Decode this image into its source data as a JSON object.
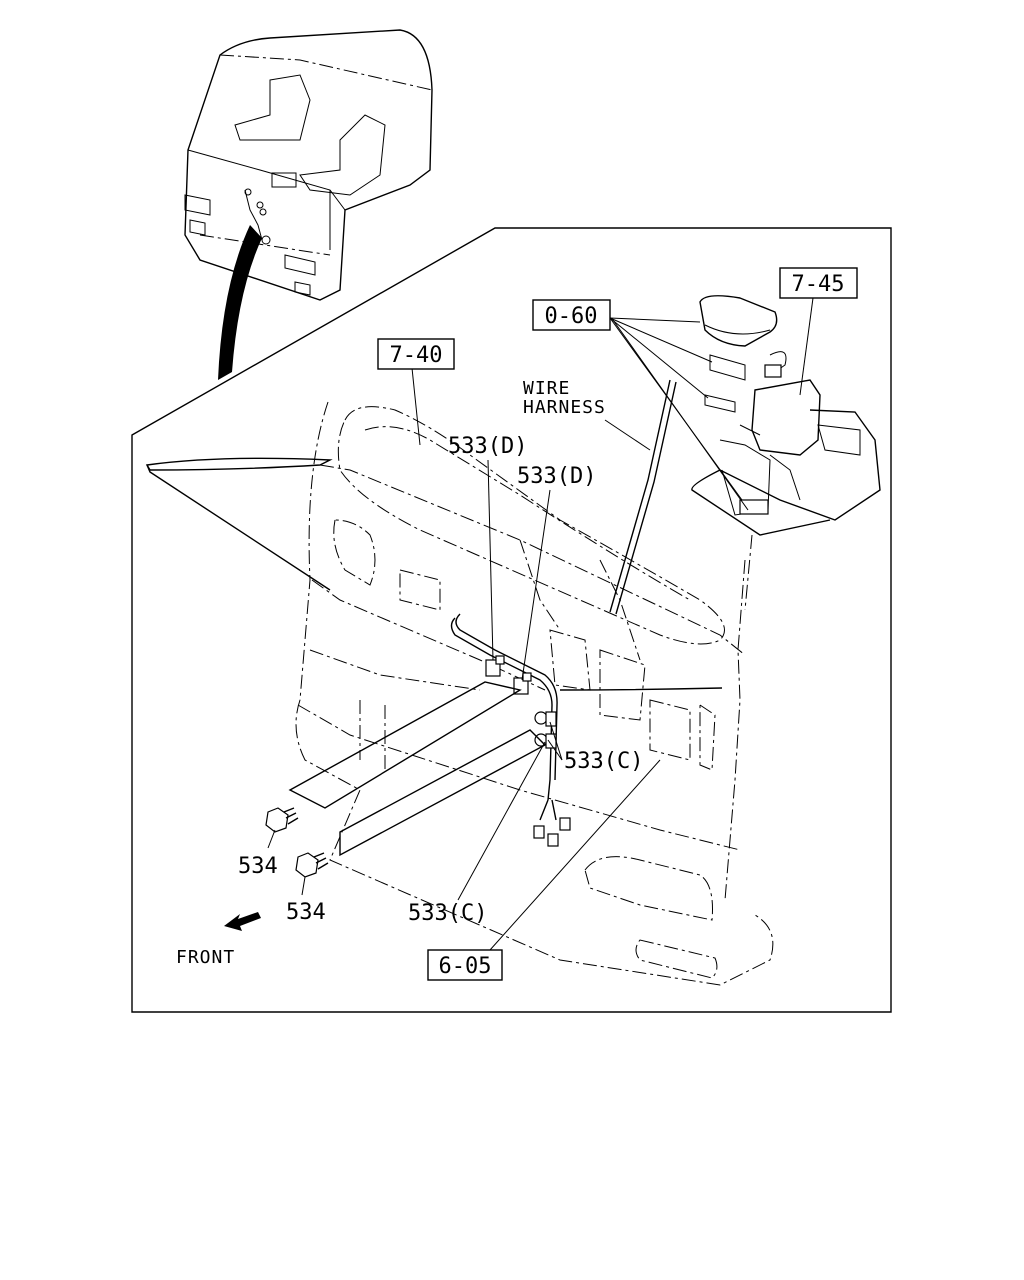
{
  "labels": {
    "ref_7_40": "7-40",
    "ref_7_45": "7-45",
    "ref_0_60": "0-60",
    "ref_6_05": "6-05",
    "part_533d_a": "533(D)",
    "part_533d_b": "533(D)",
    "part_533c_a": "533(C)",
    "part_533c_b": "533(C)",
    "part_534_a": "534",
    "part_534_b": "534",
    "wire_line1": "WIRE",
    "wire_line2": "HARNESS",
    "front": "FRONT"
  },
  "icons": {
    "front_arrow": "front-arrow-icon"
  }
}
